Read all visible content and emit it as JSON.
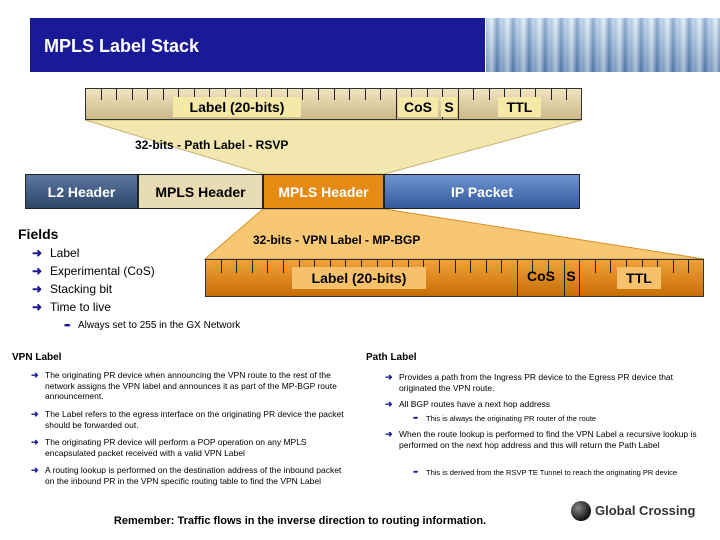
{
  "title": "MPLS Label Stack",
  "top_label": {
    "label_field": "Label (20-bits)",
    "cos": "CoS",
    "s": "S",
    "ttl": "TTL",
    "caption": "32-bits - Path Label - RSVP"
  },
  "packet": {
    "l2": "L2 Header",
    "mpls1": "MPLS Header",
    "mpls2": "MPLS Header",
    "ip": "IP Packet"
  },
  "bottom_label": {
    "caption": "32-bits - VPN Label - MP-BGP",
    "label_field": "Label (20-bits)",
    "cos": "CoS",
    "s": "S",
    "ttl": "TTL"
  },
  "fields": {
    "heading": "Fields",
    "items": [
      "Label",
      "Experimental (CoS)",
      "Stacking bit",
      "Time to live"
    ],
    "sub": "Always set to 255 in the GX Network"
  },
  "vpn": {
    "title": "VPN Label",
    "items": [
      "The originating PR device when announcing the VPN route to the rest of the network assigns the VPN label and announces it as part of the MP-BGP route announcement.",
      "The Label refers to the egress interface on the originating PR device the packet should be forwarded out.",
      "The originating PR device will perform a POP operation on any MPLS encapsulated packet received with a valid VPN Label",
      "A routing lookup is performed on the destination address of the inbound packet on the inbound PR in the VPN specific routing table to find the VPN Label"
    ]
  },
  "path": {
    "title": "Path Label",
    "item1": "Provides a path from the Ingress PR device to the Egress PR device that originated the VPN route.",
    "item2": "All BGP routes have a next hop address",
    "sub2": "This is always the originating PR router of the route",
    "item3": "When the route lookup is performed to find the VPN Label a recursive lookup is performed on the next hop address and this will return the Path Label",
    "sub3": "This is derived from the RSVP TE Tunnel to reach the originating PR device"
  },
  "footer": "Remember: Traffic flows in the inverse direction to routing information.",
  "logo": "Global Crossing",
  "colors": {
    "title_bar": "#1a1a99",
    "l2_header": "#3f5a7c",
    "mpls_header_1": "#e8dcb4",
    "mpls_header_2": "#e58a13",
    "ip_packet": "#4a72b6",
    "top_ruler": "#d8c99a",
    "bottom_ruler": "#e58a13"
  }
}
